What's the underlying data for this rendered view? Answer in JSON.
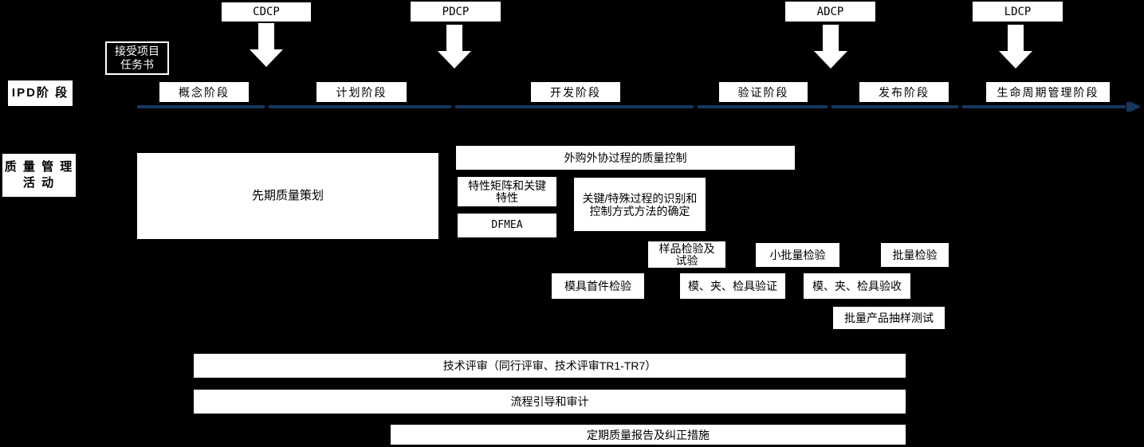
{
  "palette": {
    "background": "#000000",
    "box_bg": "#ffffff",
    "box_text": "#000000",
    "timeline": "#17365d",
    "inverse_box_border": "#ffffff",
    "inverse_box_text": "#ffffff",
    "arrow_fill": "#ffffff"
  },
  "checkpoints": [
    {
      "label": "CDCP"
    },
    {
      "label": "PDCP"
    },
    {
      "label": "ADCP"
    },
    {
      "label": "LDCP"
    }
  ],
  "task_note": {
    "line1": "接受项目",
    "line2": "任务书"
  },
  "row_labels": {
    "ipd": "IPD阶 段",
    "quality_line1": "质 量 管 理",
    "quality_line2": "活 动"
  },
  "stages": [
    {
      "label": "概念阶段"
    },
    {
      "label": "计划阶段"
    },
    {
      "label": "开发阶段"
    },
    {
      "label": "验证阶段"
    },
    {
      "label": "发布阶段"
    },
    {
      "label": "生命周期管理阶段"
    }
  ],
  "activities": {
    "advance_quality_planning": "先期质量策划",
    "outsourcing_quality_control": "外购外协过程的质量控制",
    "characteristic_matrix_line1": "特性矩阵和关键",
    "characteristic_matrix_line2": "特性",
    "key_process_line1": "关键/特殊过程的识别和",
    "key_process_line2": "控制方式方法的确定",
    "dfmea": "DFMEA",
    "sample_inspection_line1": "样品检验及",
    "sample_inspection_line2": "试验",
    "small_batch_inspection": "小批量检验",
    "batch_inspection": "批量检验",
    "mold_first_article_inspection": "模具首件检验",
    "tooling_verification": "模、夹、检具验证",
    "tooling_acceptance": "模、夹、检具验收",
    "batch_product_sampling_test": "批量产品抽样测试"
  },
  "bars": {
    "technical_review": "技术评审（同行评审、技术评审TR1-TR7）",
    "process_guidance_audit": "流程引导和审计",
    "periodic_quality_report": "定期质量报告及纠正措施"
  }
}
